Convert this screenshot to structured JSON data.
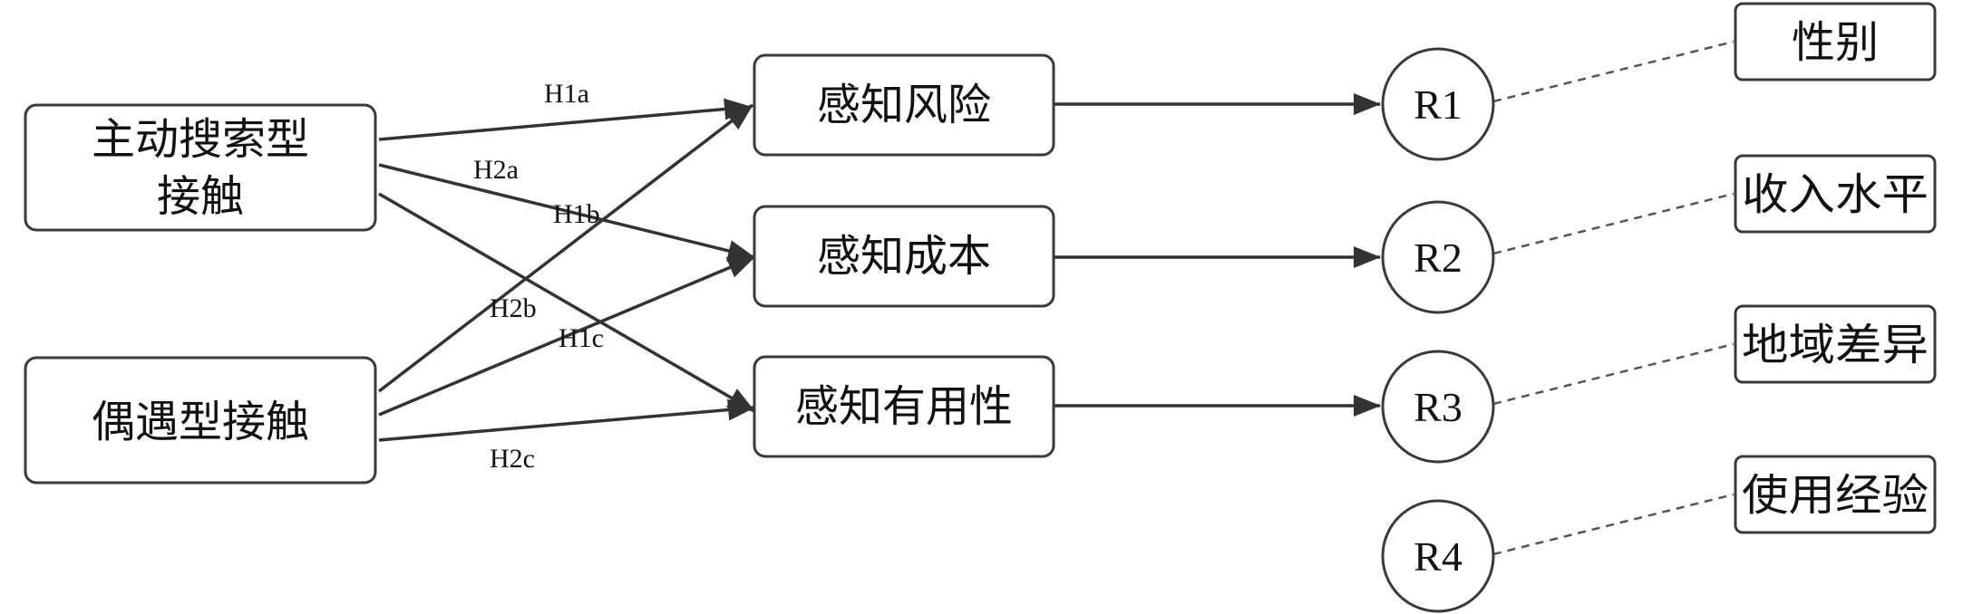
{
  "sources": {
    "active": {
      "line1": "主动搜索型",
      "line2": "接触"
    },
    "chance": {
      "label": "偶遇型接触"
    }
  },
  "mediators": {
    "risk": "感知风险",
    "cost": "感知成本",
    "usefulness": "感知有用性"
  },
  "edge_labels": {
    "h1a": "H1a",
    "h1b": "H1b",
    "h1c": "H1c",
    "h2a": "H2a",
    "h2b": "H2b",
    "h2c": "H2c"
  },
  "outcomes": {
    "r1": "R1",
    "r2": "R2",
    "r3": "R3",
    "r4": "R4"
  },
  "moderators": {
    "gender": "性别",
    "income": "收入水平",
    "region": "地域差异",
    "experience": "使用经验"
  },
  "colors": {
    "stroke": "#3a3a3a",
    "dash": "#555555",
    "text": "#111111",
    "background": "#ffffff"
  }
}
